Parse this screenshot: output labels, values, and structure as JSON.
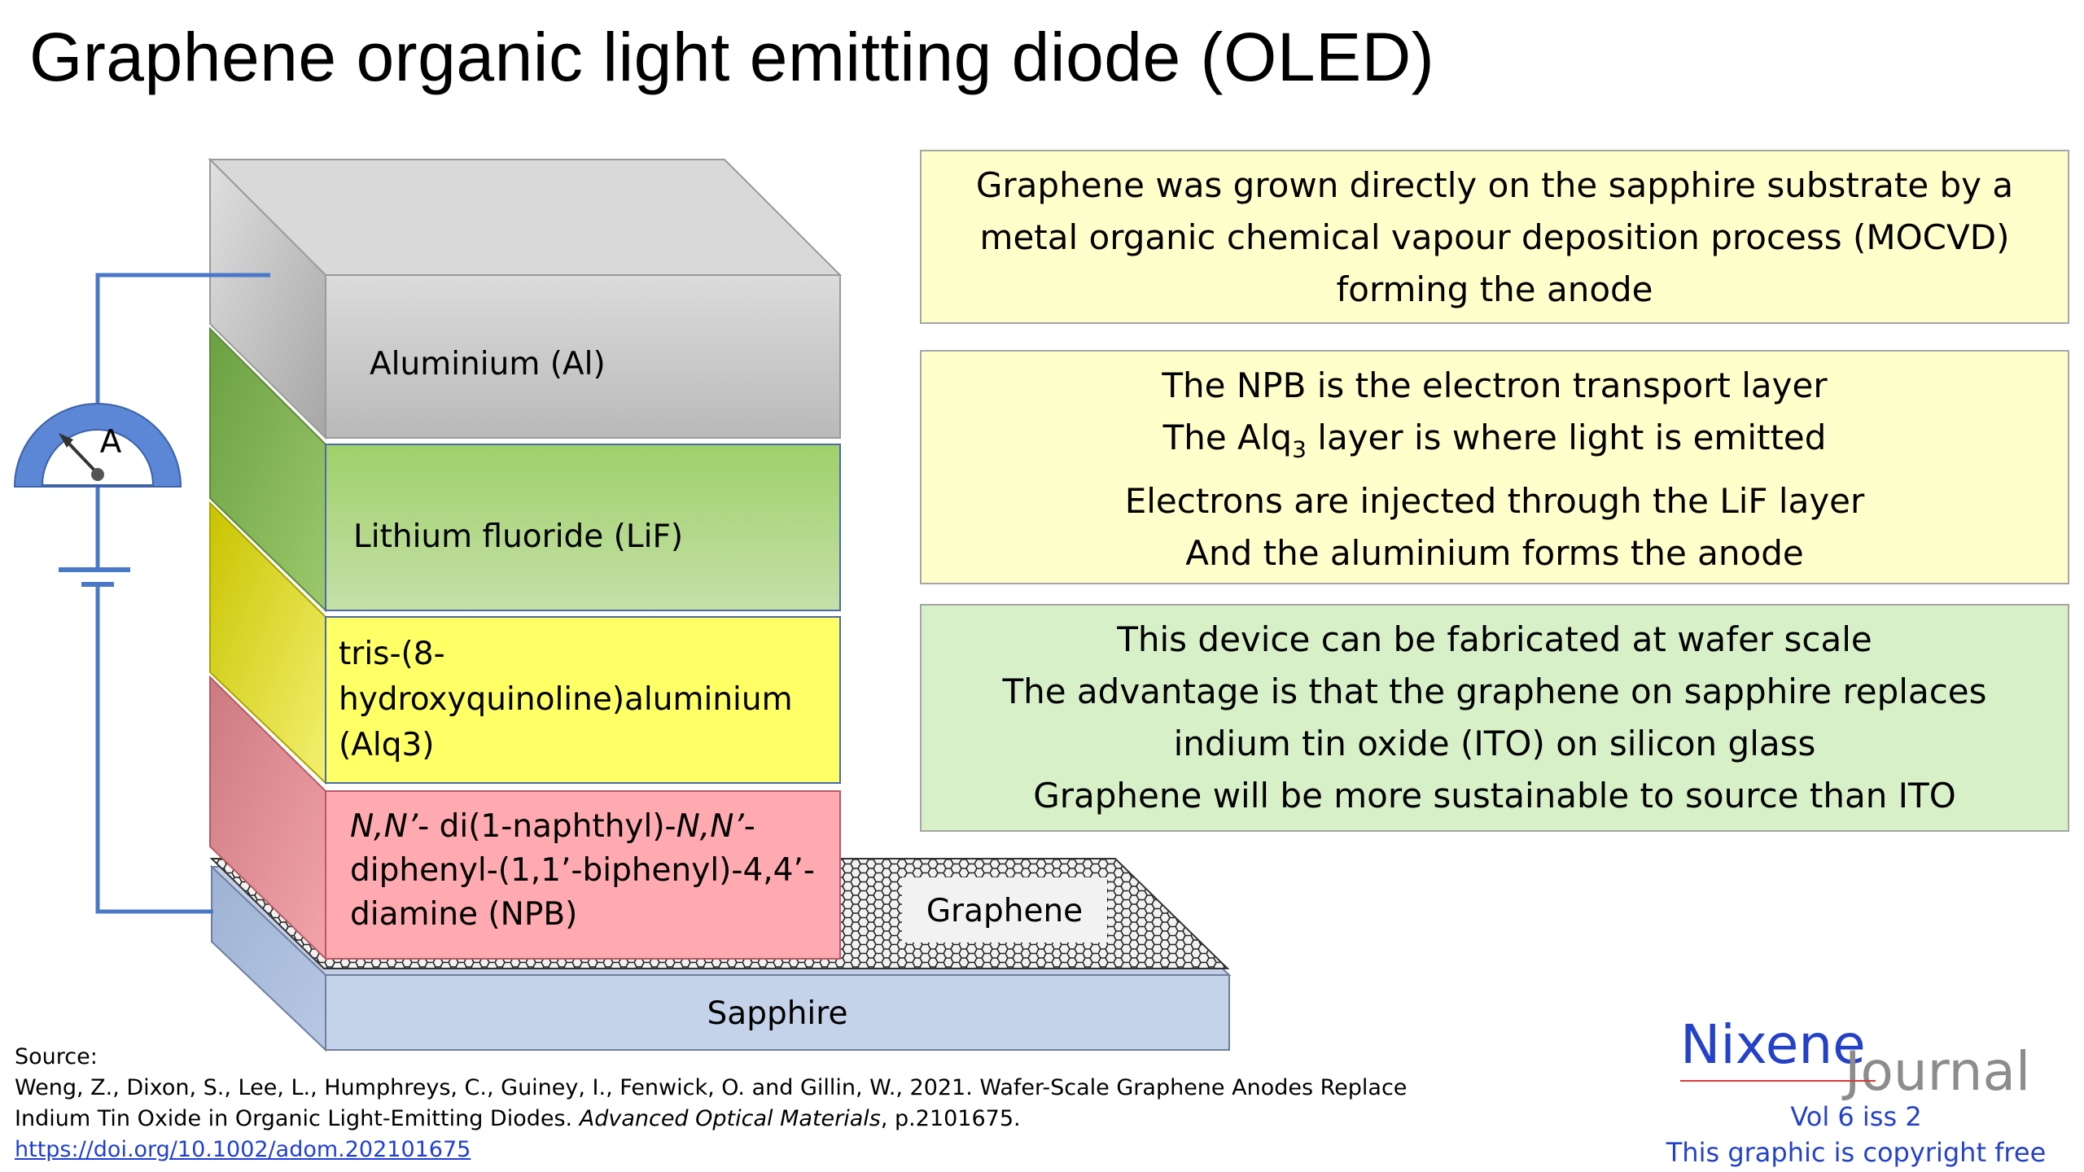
{
  "title": "Graphene organic light emitting diode (OLED)",
  "layers": {
    "aluminium": "Aluminium (Al)",
    "lif": "Lithium fluoride (LiF)",
    "alq3": [
      "tris-(8-",
      "hydroxyquinoline)aluminium",
      "(Alq3)"
    ],
    "npb": {
      "line1_a": "N,N’",
      "line1_b": "- di(1-naphthyl)-",
      "line1_c": "N,N’",
      "line1_d": "-",
      "line2": "diphenyl-(1,1’-biphenyl)-4,4’-",
      "line3": "diamine (NPB)"
    },
    "graphene": "Graphene",
    "sapphire": "Sapphire"
  },
  "ammeter": {
    "label": "A"
  },
  "info_boxes": [
    {
      "lines": [
        "Graphene was grown directly on the sapphire substrate by a",
        "metal organic chemical vapour deposition process (MOCVD)",
        "forming the anode"
      ]
    },
    {
      "lines": [
        "The NPB is the electron transport layer",
        "The Alq",
        "3",
        " layer is where light is emitted",
        "Electrons are injected through the LiF layer",
        "And the aluminium forms the anode"
      ]
    },
    {
      "lines": [
        "This device can be fabricated at wafer scale",
        "The advantage is that the graphene on sapphire replaces",
        "indium tin oxide (ITO) on silicon glass",
        "Graphene will be more sustainable to source than ITO"
      ]
    }
  ],
  "source": {
    "heading": "Source:",
    "citation_a": "Weng, Z., Dixon, S., Lee, L., Humphreys, C., Guiney, I., Fenwick, O. and Gillin, W., 2021. Wafer-Scale Graphene Anodes Replace Indium Tin Oxide in Organic Light-Emitting Diodes. ",
    "citation_journal": "Advanced Optical Materials",
    "citation_b": ", p.2101675.",
    "link": "https://doi.org/10.1002/adom.202101675"
  },
  "brand": {
    "name_a": "Nixene",
    "name_b": "Journal",
    "volume": "Vol 6 iss 2",
    "copyright": "This graphic is copyright free"
  },
  "colors": {
    "aluminium": "#c8c8c8",
    "lif": "#a8d07a",
    "alq3": "#ffff66",
    "npb": "#ffaab0",
    "sapphire": "#c5d3ea",
    "wire": "#4a78c8",
    "ammeter": "#5b87d6"
  }
}
